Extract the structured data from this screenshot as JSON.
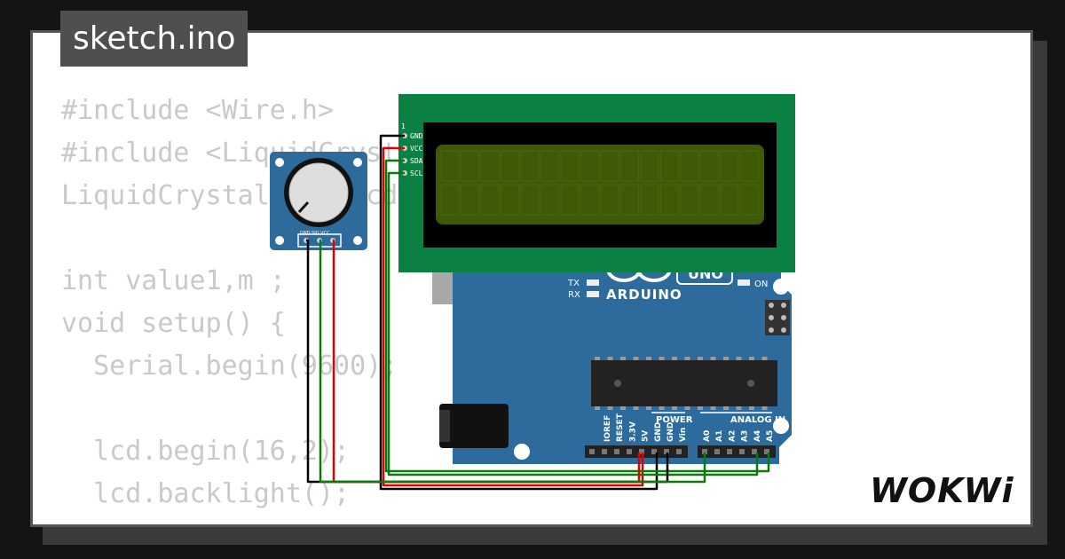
{
  "file_tab": {
    "title": "sketch.ino"
  },
  "code_lines": [
    "#include <Wire.h>",
    "#include <LiquidCrystal_I2C.h>",
    "LiquidCrystal_I2C lcd(0x27,16,2);",
    "",
    "int value1,m ;",
    "void setup() {",
    "  Serial.begin(9600);",
    "",
    "  lcd.begin(16,2);",
    "  lcd.backlight();",
    "}"
  ],
  "lcd": {
    "pin1_label": "1",
    "pins": [
      "GND",
      "VCC",
      "SDA",
      "SCL"
    ]
  },
  "potentiometer": {
    "pins_label": "GND SIG VCC"
  },
  "arduino": {
    "logo_text": "ARDUINO",
    "model": "UNO",
    "tx_label": "TX",
    "rx_label": "RX",
    "on_label": "ON",
    "power_label": "POWER",
    "analog_label": "ANALOG IN",
    "power_pins": [
      "IOREF",
      "RESET",
      "3.3V",
      "5V",
      "GND",
      "GND",
      "Vin"
    ],
    "analog_pins": [
      "A0",
      "A1",
      "A2",
      "A3",
      "A4",
      "A5"
    ]
  },
  "brand": {
    "logo": "WOKWi"
  },
  "colors": {
    "lcd_board": "#0b8043",
    "lcd_screen": "#3f5a07",
    "arduino_board": "#2d6b9c",
    "wire_black": "#000000",
    "wire_red": "#e00000",
    "wire_green": "#0a7a0a"
  }
}
